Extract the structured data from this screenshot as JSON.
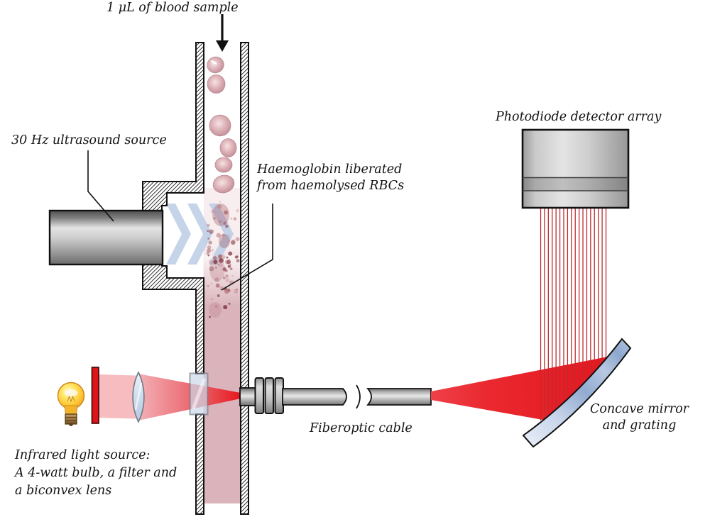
{
  "labels": {
    "blood_sample": "1 μL of blood sample",
    "ultrasound_source": "30 Hz ultrasound source",
    "haemoglobin": [
      "Haemoglobin liberated",
      "from haemolysed RBCs"
    ],
    "photodiode_array": "Photodiode detector array",
    "fiberoptic_cable": "Fiberoptic cable",
    "concave_mirror": [
      "Concave mirror",
      "and grating"
    ],
    "infrared_source": [
      "Infrared light source:",
      "A 4-watt bulb, a filter and",
      "a biconvex lens"
    ]
  },
  "icons": {
    "light_bulb": "light-bulb-icon",
    "down_arrow": "sample-drop-arrow-icon"
  },
  "colors": {
    "beam_red": "#e8232a",
    "spectrum_line_red": "#bf2a2f",
    "haemoglobin_pink": "#dab3bb",
    "ultrasound_wave_blue": "#bccde6",
    "mirror_blue": "#8fa9cc",
    "rbc_pink": "#cf9fa6",
    "bulb_yellow": "#ffd23f",
    "filter_red": "#dd1418",
    "metal_gray": "#c0c0c0",
    "debris_palette": [
      "#8c3d46",
      "#a75a63",
      "#b97f86",
      "#7a2f38",
      "#c49098"
    ]
  },
  "counts": {
    "spectrum_lines": 18
  }
}
